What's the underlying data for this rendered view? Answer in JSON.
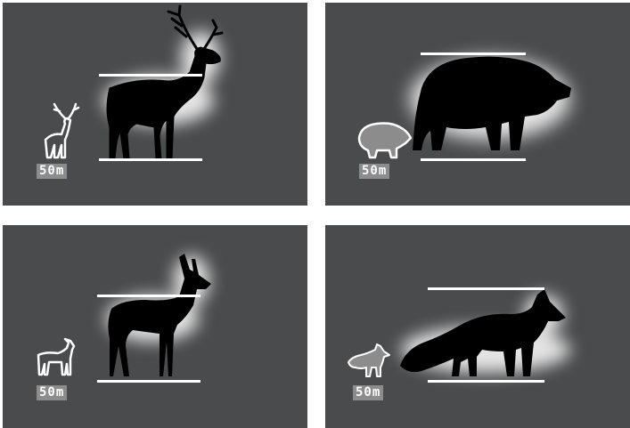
{
  "colors": {
    "panel_background": "#4a4b4d",
    "silhouette": "#000000",
    "reference_line": "#ffffff",
    "badge_background": "#8c8c8c",
    "badge_text": "#ffffff"
  },
  "panels": [
    {
      "animal": "red-deer",
      "thumbnail_icon": "deer-stag-outline-icon",
      "silhouette_icon": "deer-stag-silhouette-icon",
      "distance_label": "50m"
    },
    {
      "animal": "wild-boar",
      "thumbnail_icon": "boar-outline-icon",
      "silhouette_icon": "boar-silhouette-icon",
      "distance_label": "50m"
    },
    {
      "animal": "roe-deer",
      "thumbnail_icon": "roe-deer-outline-icon",
      "silhouette_icon": "roe-deer-silhouette-icon",
      "distance_label": "50m"
    },
    {
      "animal": "fox",
      "thumbnail_icon": "fox-outline-icon",
      "silhouette_icon": "fox-silhouette-icon",
      "distance_label": "50m"
    }
  ]
}
